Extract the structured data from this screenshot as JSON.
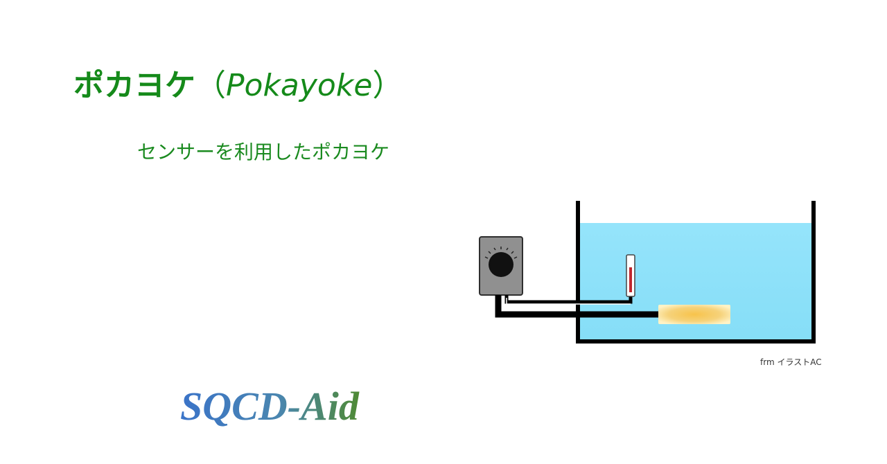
{
  "slide": {
    "title_main": "ポカヨケ",
    "title_open_paren": "（",
    "title_latin": "Pokayoke",
    "title_close_paren": "）",
    "subtitle": "センサーを利用したポカヨケ",
    "credit": "frm イラストAC",
    "logo": "SQCD-Aid"
  },
  "colors": {
    "title_green": "#158a1a",
    "water_blue": "#8de3fb",
    "tank_black": "#000000",
    "controller_gray": "#8f8f8f",
    "heater_yellow": "#f7cf63",
    "logo_blue": "#3a78c6",
    "logo_green": "#4f8a34"
  },
  "icons": {
    "controller": "temperature-controller-icon",
    "thermometer": "thermometer-icon",
    "heater": "heater-icon",
    "tank": "water-tank-icon"
  }
}
